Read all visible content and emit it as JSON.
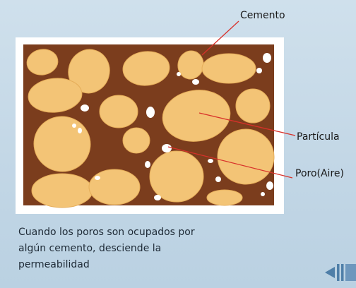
{
  "diagram": {
    "labels": {
      "cement": "Cemento",
      "particle": "Partícula",
      "pore": "Poro(Aire)"
    },
    "colors": {
      "cement": "#7b3d1d",
      "particle": "#f3c476",
      "particle_edge": "#e6ae5a",
      "pore": "#ffffff",
      "frame": "#ffffff",
      "pointer": "#d8312a"
    }
  },
  "caption": {
    "lines": [
      "Cuando los poros son ocupados por",
      "algún cemento, desciende la",
      "permeabilidad"
    ]
  },
  "navigation": {
    "back_icon": "prev-arrow-icon"
  }
}
